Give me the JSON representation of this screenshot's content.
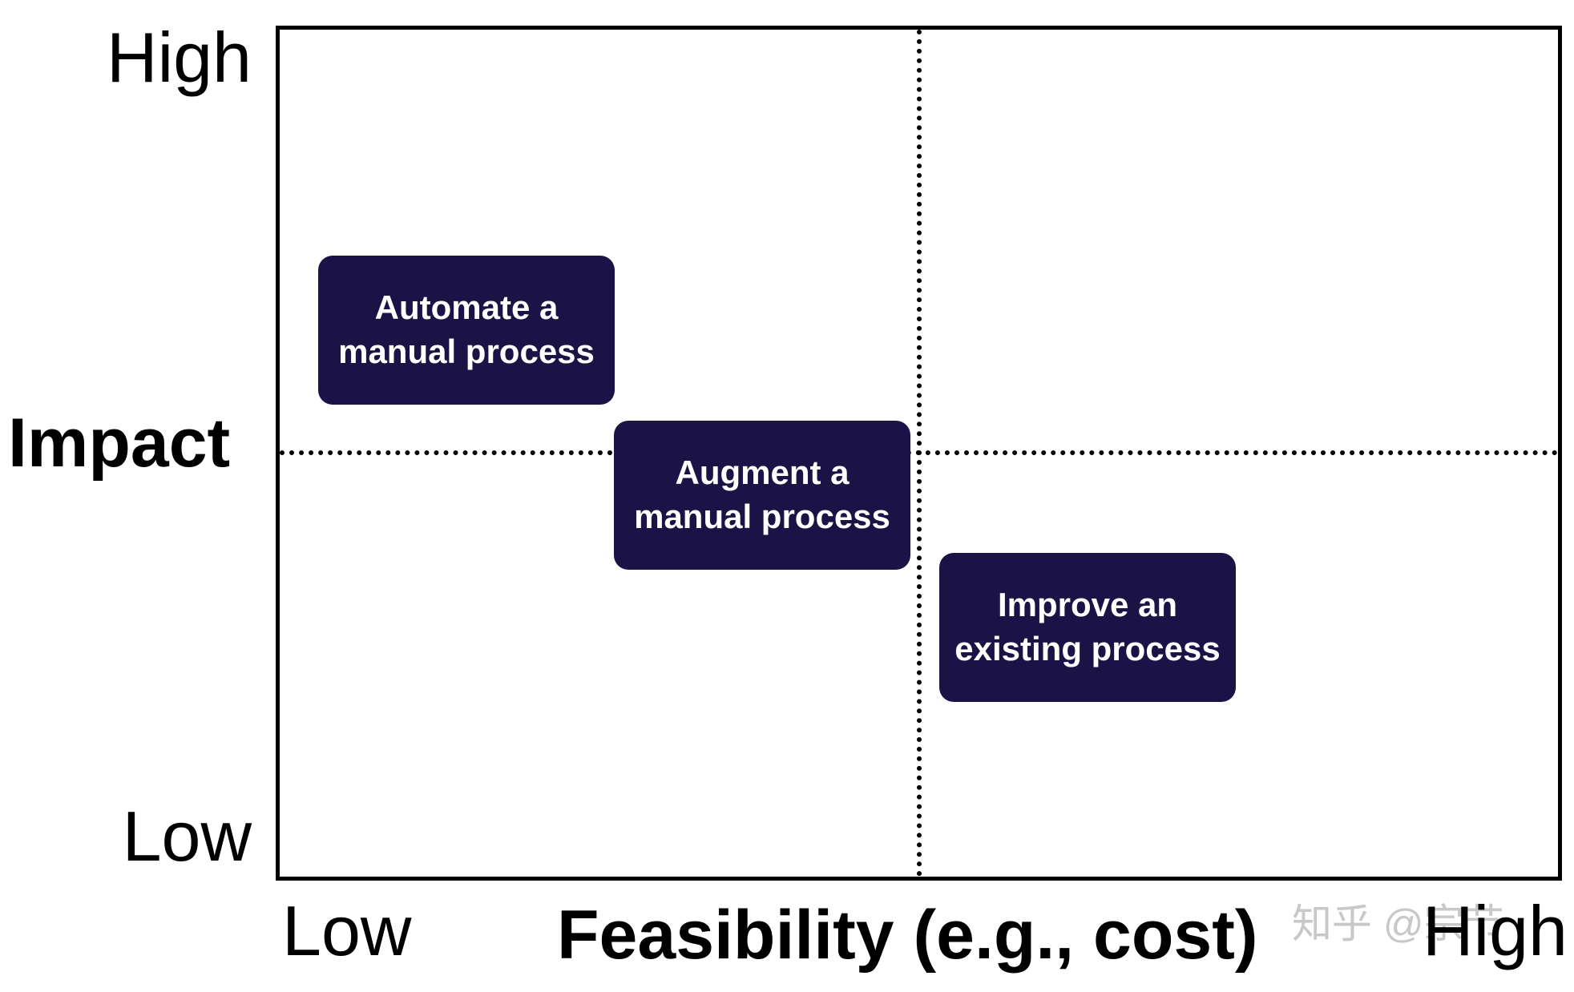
{
  "axes": {
    "y": {
      "title": "Impact",
      "high": "High",
      "low": "Low"
    },
    "x": {
      "title": "Feasibility (e.g., cost)",
      "low": "Low",
      "high": "High"
    }
  },
  "boxes": [
    {
      "line1": "Automate a",
      "line2": "manual process"
    },
    {
      "line1": "Augment a",
      "line2": "manual process"
    },
    {
      "line1": "Improve an",
      "line2": "existing process"
    }
  ],
  "watermark": "知乎 @宗节",
  "colors": {
    "box_fill": "#1b1246",
    "box_text": "#ffffff",
    "lines": "#000000",
    "watermark": "#c8c8c8"
  }
}
